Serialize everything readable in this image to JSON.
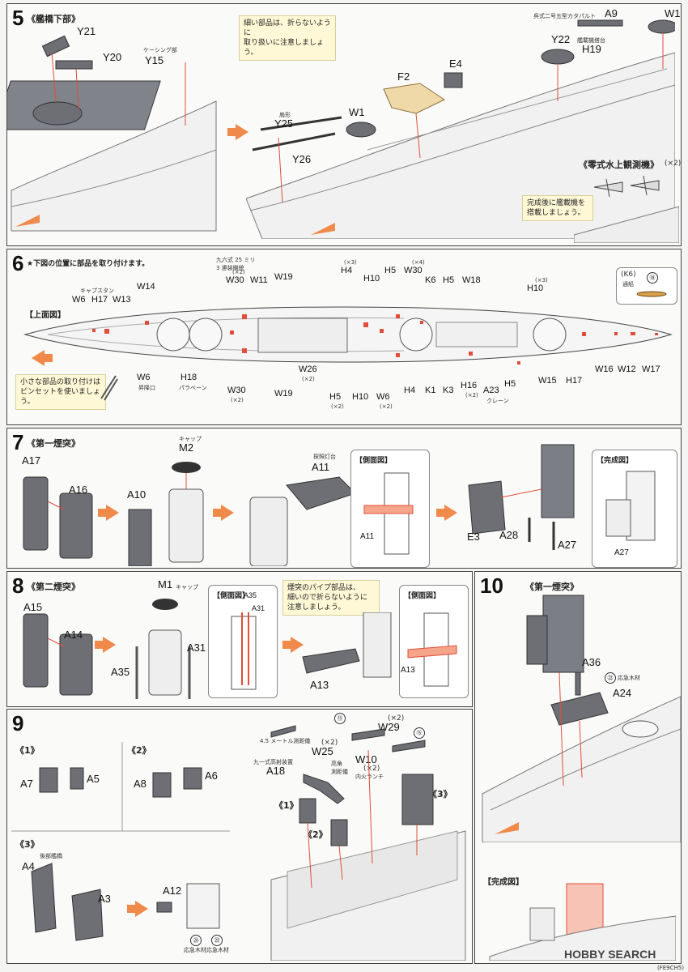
{
  "steps": {
    "s5": {
      "num": "5",
      "title": "《艦橋下部》",
      "labels": {
        "Y21": "Y21",
        "Y20": "Y20",
        "Y15": "Y15",
        "Y25": "Y25",
        "Y26": "Y26",
        "W1a": "W1",
        "W1b": "W1",
        "F2": "F2",
        "E4": "E4",
        "Y22": "Y22",
        "H19": "H19",
        "A9": "A9"
      },
      "small": {
        "casing": "ケーシング部",
        "vent": "扇形",
        "catapult": "呉式二号五型カタパルト",
        "range": "艦載機搭台"
      },
      "note": "細い部品は、折らないように\n取り扱いに注意しましょう。",
      "plane_title": "《零式水上観測機》",
      "plane_x": "(×2)",
      "plane_note": "完成後に艦載機を\n搭載しましょう。"
    },
    "s6": {
      "num": "6",
      "title": "★下図の位置に部品を取り付けます。",
      "top_view": "【上面図】",
      "k6_box_label": "(K6)",
      "k6_sub": "通船",
      "k6_circ": "⑱",
      "labels": [
        "W6",
        "H17",
        "W13",
        "W14",
        "W30",
        "W11",
        "W19",
        "H4",
        "H10",
        "H5",
        "W30",
        "K6",
        "H5",
        "W18",
        "H10",
        "W6",
        "H18",
        "W30",
        "W19",
        "W26",
        "H5",
        "H10",
        "W6",
        "H4",
        "K1",
        "K3",
        "H16",
        "A23",
        "H5",
        "W15",
        "H17",
        "W16",
        "W12",
        "W17"
      ],
      "qty": {
        "q1": "(×2)",
        "q2": "(×3)",
        "q3": "(×4)",
        "q4": "(×3)",
        "q5": "(×2)",
        "q6": "(×2)",
        "q7": "(×2)",
        "q8": "(×2)",
        "q9": "(×2)"
      },
      "small": {
        "capstan": "キャプスタン",
        "aa": "九六式 25 ミリ\n3 連装機銃",
        "lift": "昇降口",
        "paravane": "パラベーン",
        "crane": "クレーン"
      },
      "note": "小さな部品の取り付けは\nピンセットを使いましょう。"
    },
    "s7": {
      "num": "7",
      "title": "《第一煙突》",
      "labels": {
        "A17": "A17",
        "A16": "A16",
        "A10": "A10",
        "M2": "M2",
        "A11": "A11",
        "A11b": "A11",
        "E3": "E3",
        "A28": "A28",
        "A27": "A27",
        "A27b": "A27"
      },
      "small": {
        "cap": "キャップ",
        "light": "探照灯台"
      },
      "side_view": "【側面図】",
      "done": "【完成図】"
    },
    "s8": {
      "num": "8",
      "title": "《第二煙突》",
      "labels": {
        "A15": "A15",
        "A14": "A14",
        "M1": "M1",
        "A31": "A31",
        "A35": "A35",
        "A35b": "A35",
        "A31b": "A31",
        "A13": "A13",
        "A13b": "A13"
      },
      "small": {
        "cap": "キャップ"
      },
      "side_view": "【側面図】",
      "side_view2": "【側面図】",
      "note": "煙突のパイプ部品は、\n細いので折らないように\n注意しましょう。"
    },
    "s9": {
      "num": "9",
      "sub1": "《1》",
      "sub2": "《2》",
      "sub3": "《3》",
      "labels": {
        "A7": "A7",
        "A5": "A5",
        "A8": "A8",
        "A6": "A6",
        "A4": "A4",
        "A3": "A3",
        "A12": "A12",
        "W29": "W29",
        "W25": "W25",
        "A18": "A18",
        "W10": "W10"
      },
      "small": {
        "rear_bridge": "後部艦橋",
        "rangefinder": "4.5 メートル測距儀",
        "aa_dir": "九一式高射装置",
        "high_rf": "高角\n測距儀",
        "launch": "内火ランチ",
        "wood": "応急木材",
        "wood2": "応急木材"
      },
      "qty": {
        "w29": "(×2)",
        "w25": "(×2)",
        "w10": "(×2)"
      },
      "circ": {
        "c15a": "⑮",
        "c15b": "⑮",
        "c24": "㉔",
        "c23": "㉓"
      },
      "marks": {
        "m1": "《1》",
        "m2": "《2》",
        "m3": "《3》"
      }
    },
    "s10": {
      "num": "10",
      "title": "《第一煙突》",
      "labels": {
        "A36": "A36",
        "A24": "A24"
      },
      "small": {
        "wood": "応急木材"
      },
      "circ": "㉒",
      "done": "【完成図】"
    }
  },
  "footer": {
    "watermark": "HOBBY SEARCH",
    "code": "(FE9CH5)"
  },
  "colors": {
    "accent": "#f08a4b",
    "part": "#6d6f75",
    "red": "#e14d3a",
    "note_bg": "#fff8d6"
  }
}
